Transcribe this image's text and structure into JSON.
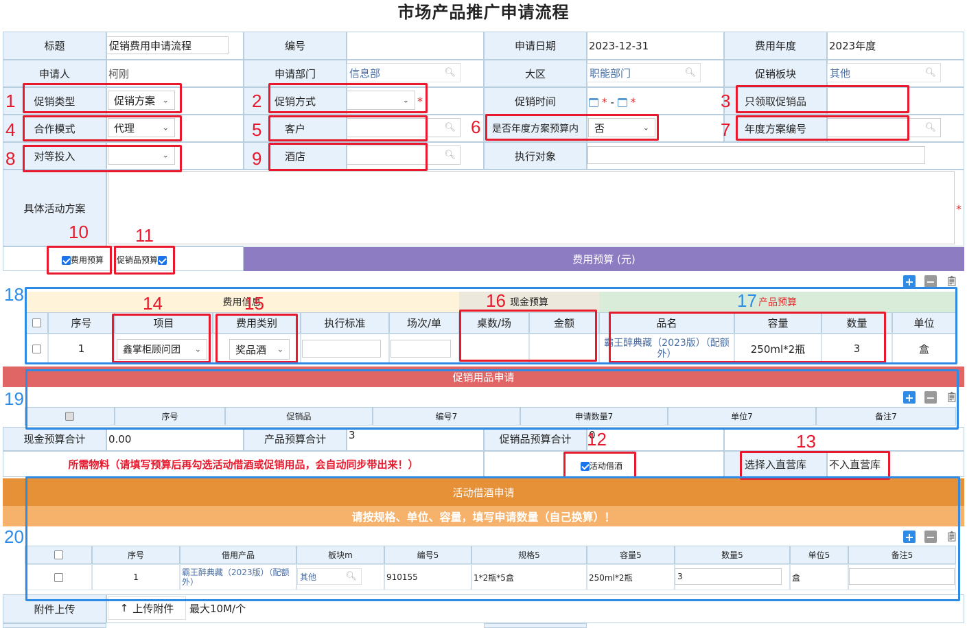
{
  "page_title": "市场产品推广申请流程",
  "form": {
    "title_label": "标题",
    "title_value": "促销费用申请流程",
    "number_label": "编号",
    "apply_date_label": "申请日期",
    "apply_date_value": "2023-12-31",
    "fee_year_label": "费用年度",
    "fee_year_value": "2023年度",
    "applicant_label": "申请人",
    "applicant_value": "柯刚",
    "dept_label": "申请部门",
    "dept_value": "信息部",
    "region_label": "大区",
    "region_value": "职能部门",
    "sector_label": "促销板块",
    "sector_value": "其他",
    "promo_type_label": "促销类型",
    "promo_type_value": "促销方案",
    "promo_method_label": "促销方式",
    "promo_time_label": "促销时间",
    "only_gift_label": "只领取促销品",
    "coop_mode_label": "合作模式",
    "coop_mode_value": "代理",
    "customer_label": "客户",
    "in_budget_label": "是否年度方案预算内",
    "in_budget_value": "否",
    "annual_plan_label": "年度方案编号",
    "equal_invest_label": "对等投入",
    "hotel_label": "酒店",
    "exec_target_label": "执行对象",
    "activity_plan_label": "具体活动方案",
    "fee_budget_cb": "费用预算",
    "gift_budget_cb": "促销品预算",
    "fee_budget_bar": "费用预算 (元)"
  },
  "fee_table": {
    "group_fee": "费用信息",
    "group_cash": "现金预算",
    "group_product": "产品预算",
    "headers": [
      "序号",
      "项目",
      "费用类别",
      "执行标准",
      "场次/单",
      "桌数/场",
      "金额",
      "品名",
      "容量",
      "数量",
      "单位"
    ],
    "row": {
      "seq": "1",
      "item": "鑫掌柜顾问团",
      "category": "奖品酒",
      "product": "霸王醉典藏（2023版）（配额外）",
      "capacity": "250ml*2瓶",
      "qty": "3",
      "unit": "盒"
    }
  },
  "gift_table": {
    "bar": "促销用品申请",
    "headers": [
      "序号",
      "促销品",
      "编号7",
      "申请数量7",
      "单位7",
      "备注7"
    ]
  },
  "totals": {
    "cash_label": "现金预算合计",
    "cash_value": "0.00",
    "product_label": "产品预算合计",
    "product_value": "3",
    "gift_label": "促销品预算合计",
    "gift_value": "0"
  },
  "materials": {
    "note": "所需物料（请填写预算后再勾选活动借酒或促销用品，会自动同步带出来！）",
    "borrow_cb": "活动借酒",
    "warehouse_label": "选择入直营库",
    "warehouse_value": "不入直营库"
  },
  "borrow_table": {
    "bar": "活动借酒申请",
    "sub_bar": "请按规格、单位、容量，填写申请数量（自己换算）！",
    "headers": [
      "序号",
      "借用产品",
      "板块m",
      "编号5",
      "规格5",
      "容量5",
      "数量5",
      "单位5",
      "备注5"
    ],
    "row": {
      "seq": "1",
      "product": "霸王醉典藏（2023版）（配额外）",
      "sector": "其他",
      "code": "910155",
      "spec": "1*2瓶*5盒",
      "capacity": "250ml*2瓶",
      "qty": "3",
      "unit": "盒"
    }
  },
  "attachment": {
    "label": "附件上传",
    "button": "上传附件",
    "hint": "最大10M/个"
  },
  "markers": [
    "1",
    "2",
    "3",
    "4",
    "5",
    "6",
    "7",
    "8",
    "9",
    "10",
    "11",
    "12",
    "13",
    "14",
    "15",
    "16",
    "17",
    "18",
    "19",
    "20"
  ],
  "colors": {
    "purple_bar": "#8e7cc3",
    "red_bar": "#e06666",
    "orange_bar": "#e69138",
    "light_orange_bar": "#f6b26b",
    "annotation_red": "#e8192c",
    "annotation_blue": "#2d8be6"
  }
}
